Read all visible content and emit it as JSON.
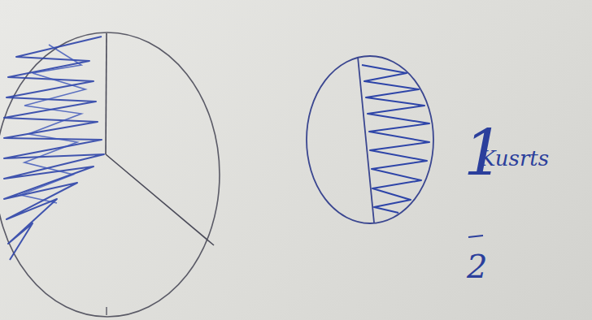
{
  "diagram": {
    "labels": [
      "Kusrts",
      "1",
      "2"
    ]
  }
}
